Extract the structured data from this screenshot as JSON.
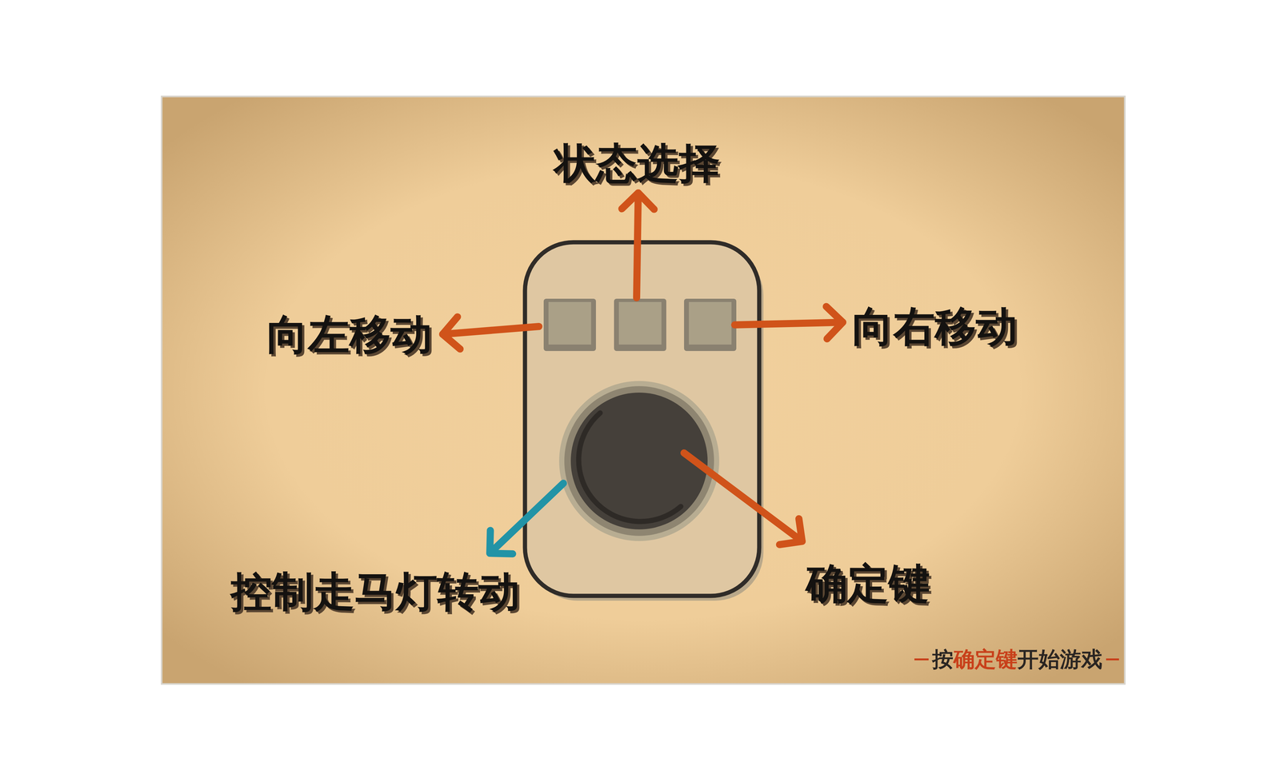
{
  "diagram": {
    "labels": [
      "状态选择",
      "向左移动",
      "向右移动",
      "控制走马灯转动",
      "确定键",
      "按",
      "确定键",
      "开始游戏"
    ]
  }
}
